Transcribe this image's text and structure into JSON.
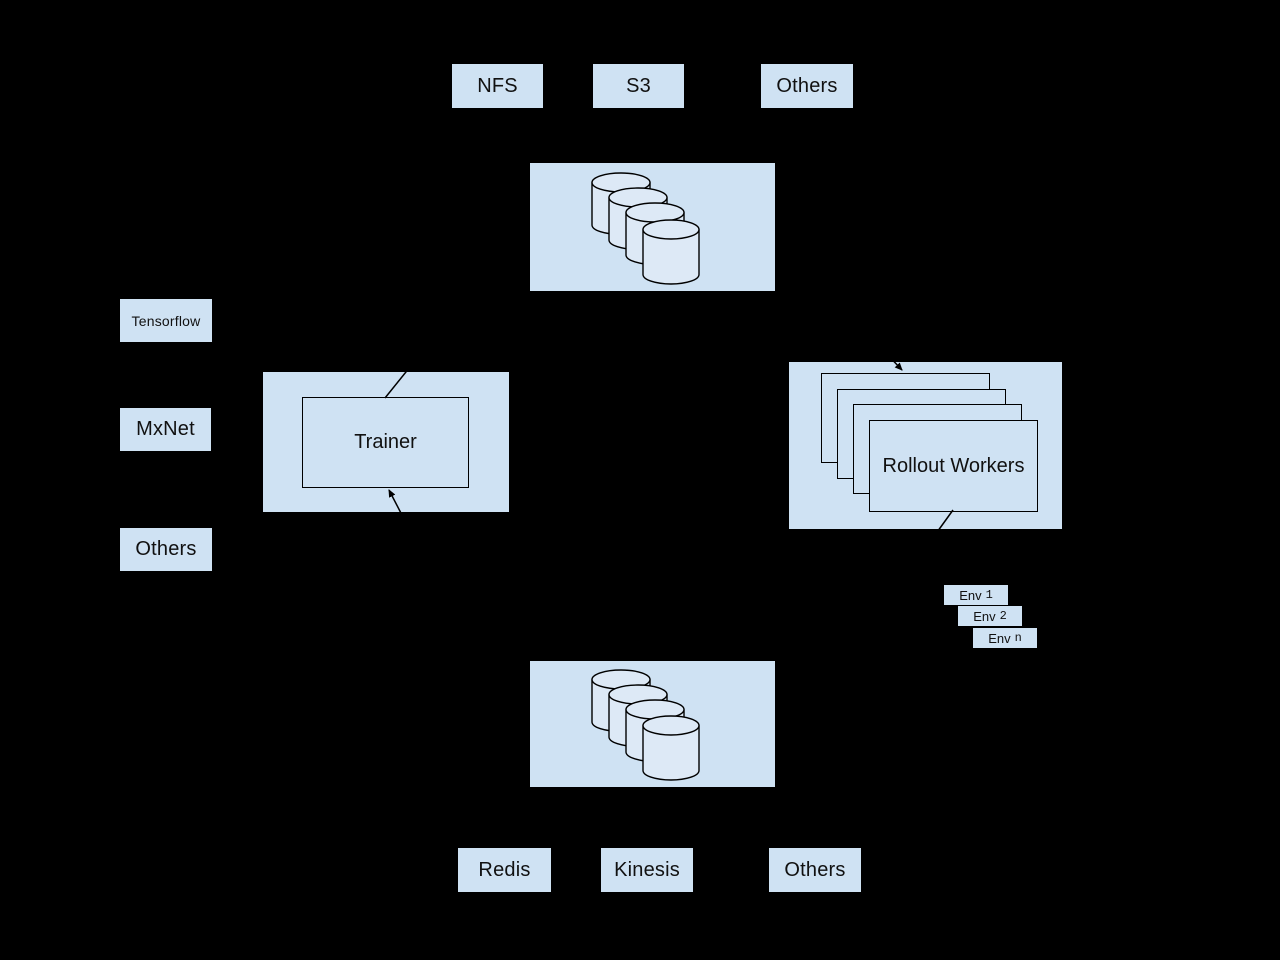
{
  "colors": {
    "background": "#000000",
    "box_fill": "#cfe2f3",
    "cylinder_fill": "#dde9f6",
    "outline": "#000000"
  },
  "storage_backends_top": {
    "items": [
      {
        "label": "NFS"
      },
      {
        "label": "S3"
      },
      {
        "label": "Others"
      }
    ]
  },
  "replay_storage_top": {
    "icon": "database-stack-icon"
  },
  "frameworks": {
    "items": [
      {
        "label": "Tensorflow"
      },
      {
        "label": "MxNet"
      },
      {
        "label": "Others"
      }
    ]
  },
  "trainer": {
    "label": "Trainer"
  },
  "rollout_workers": {
    "label": "Rollout Workers"
  },
  "environments": {
    "items": [
      {
        "name": "Env",
        "index": "1"
      },
      {
        "name": "Env",
        "index": "2"
      },
      {
        "name": "Env",
        "index": "n"
      }
    ]
  },
  "queue_storage_bottom": {
    "icon": "database-stack-icon"
  },
  "storage_backends_bottom": {
    "items": [
      {
        "label": "Redis"
      },
      {
        "label": "Kinesis"
      },
      {
        "label": "Others"
      }
    ]
  }
}
